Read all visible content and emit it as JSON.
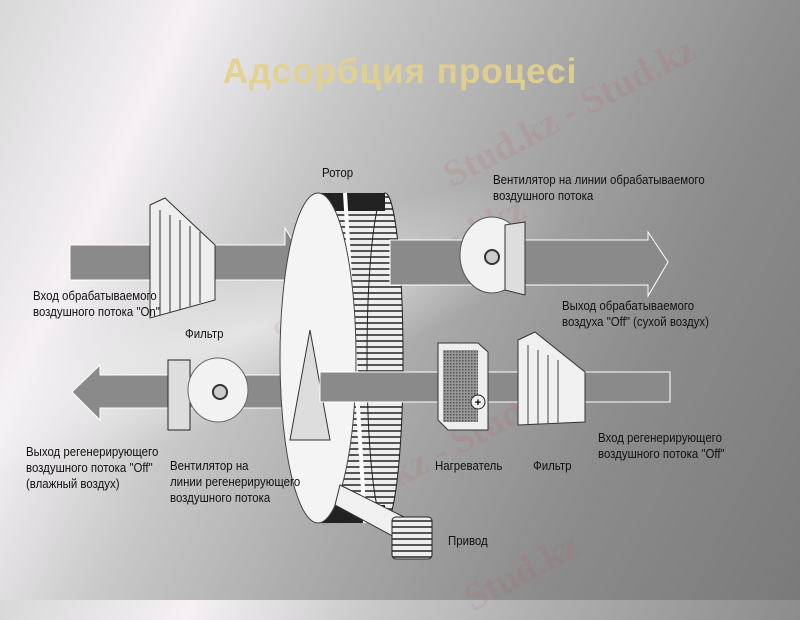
{
  "slide": {
    "title": "Адсорбция процесі",
    "watermark": "Stud.kz",
    "colors": {
      "title": "#e2d28e",
      "arrow": "#8a8a8a",
      "background_light": "#f4f0f4",
      "background_dark": "#7a7a7a"
    }
  },
  "diagram": {
    "labels": {
      "rotor": "Ротор",
      "process_fan": [
        "Вентилятор на линии обрабатываемого",
        "воздушного потока"
      ],
      "process_inlet": [
        "Вход обрабатываемого",
        "воздушного потока \"On\""
      ],
      "filter_left": "Фильтр",
      "process_outlet": [
        "Выход обрабатываемого",
        "воздуха \"Off\" (сухой воздух)"
      ],
      "regen_outlet": [
        "Выход регенерирующего",
        "воздушного потока \"Off\"",
        "(влажный воздух)"
      ],
      "regen_fan": [
        "Вентилятор на",
        "линии регенерирующего",
        "воздушного потока"
      ],
      "heater": "Нагреватель",
      "filter_right": "Фильтр",
      "regen_inlet": [
        "Вход регенерирующего",
        "воздушного потока \"Off\""
      ],
      "drive": "Привод"
    }
  }
}
